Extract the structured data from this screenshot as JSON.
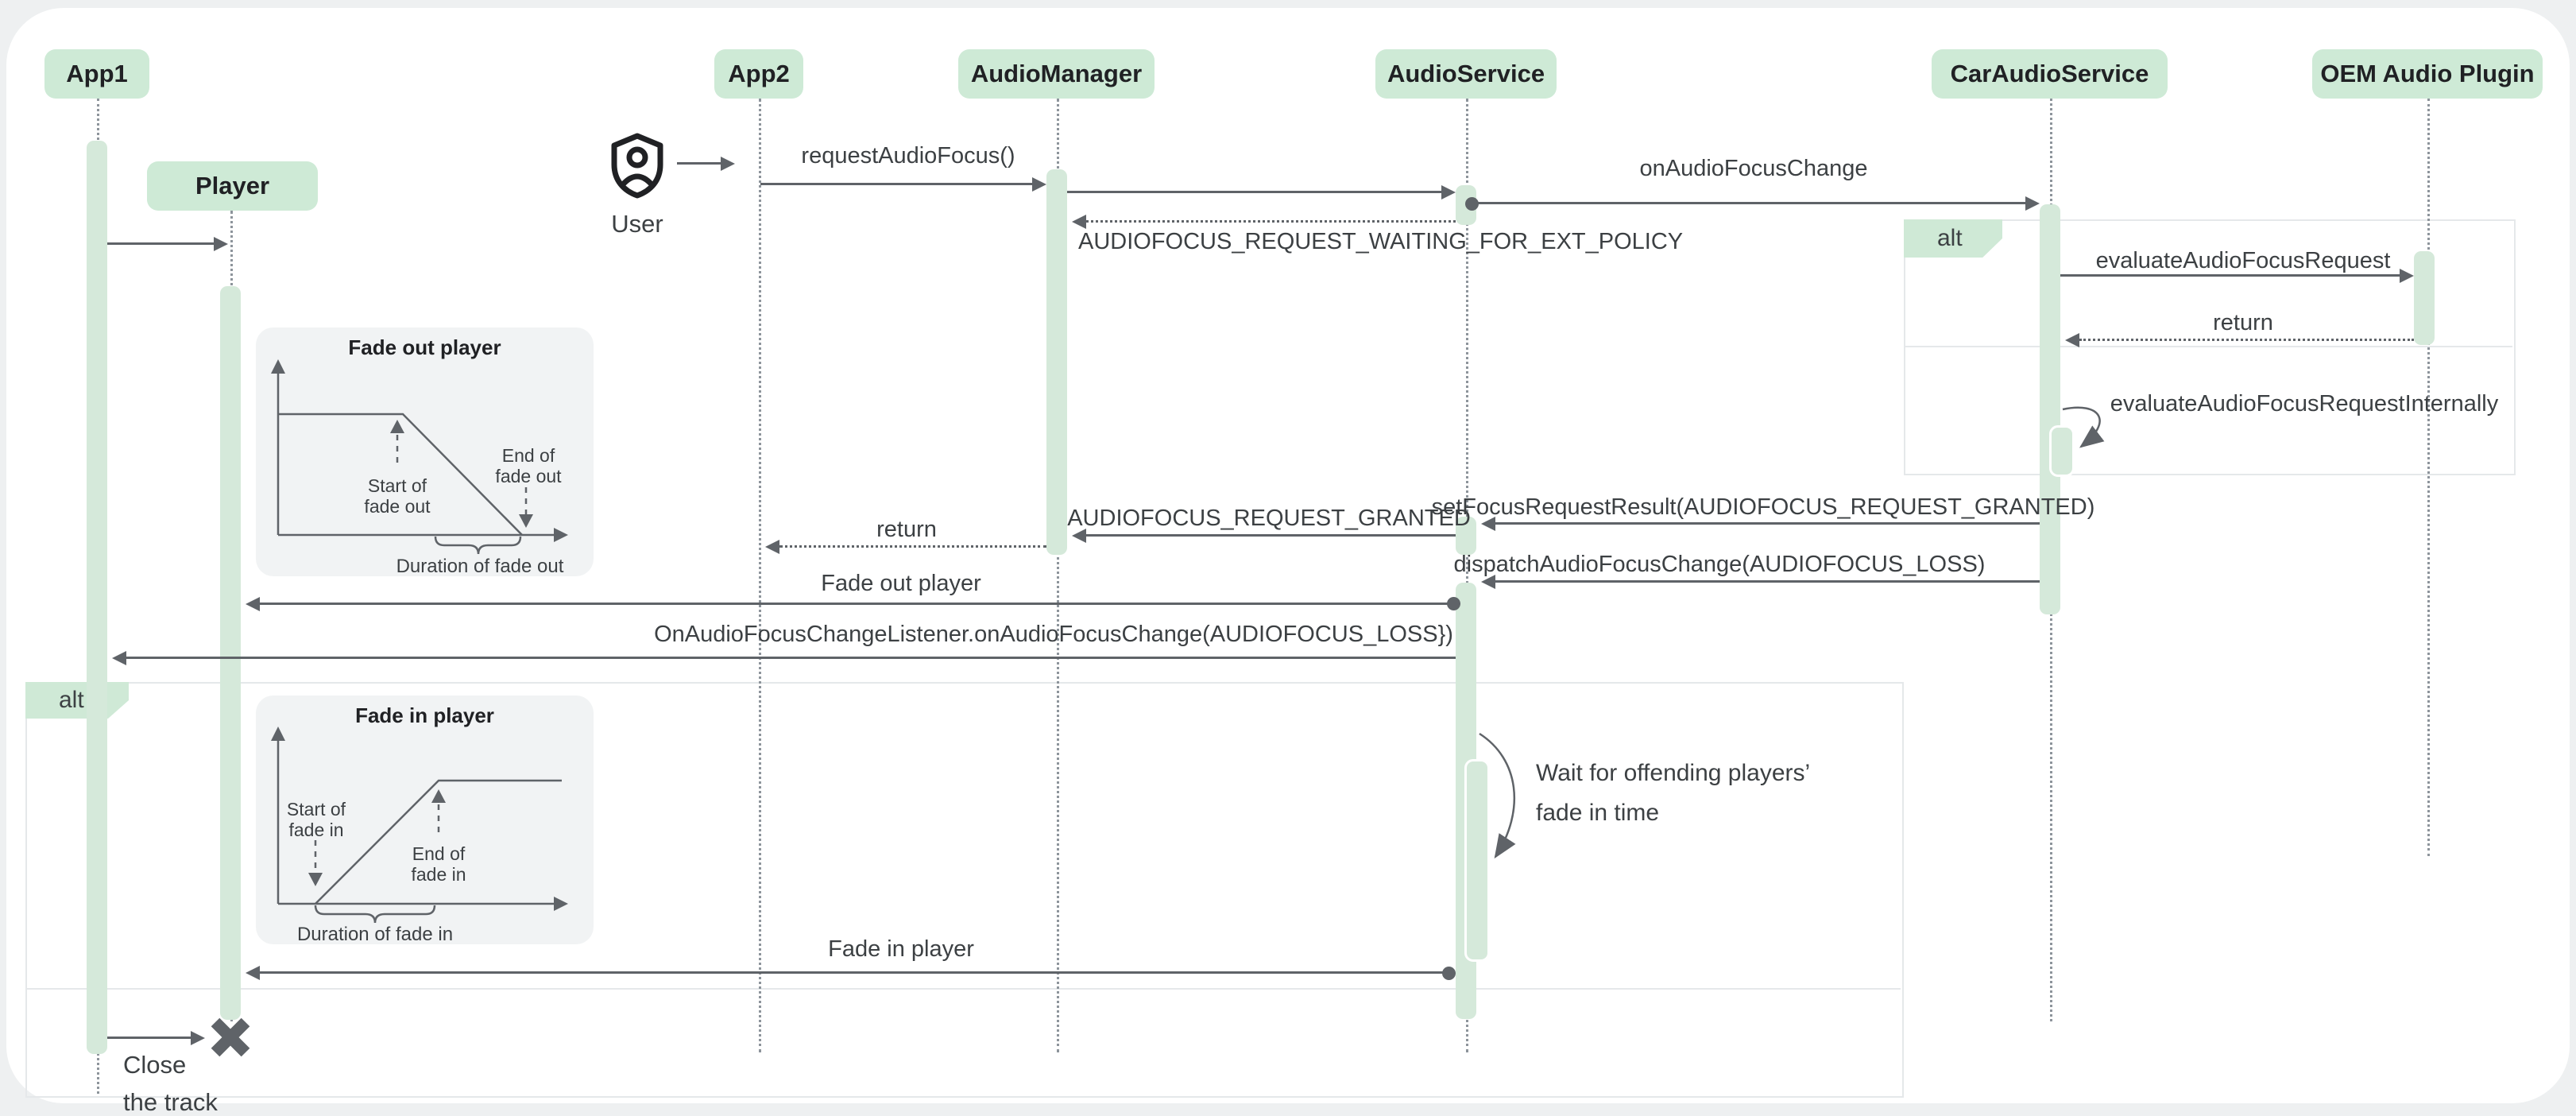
{
  "participants": [
    {
      "label": "App1"
    },
    {
      "label": "Player"
    },
    {
      "label": "App2"
    },
    {
      "label": "AudioManager"
    },
    {
      "label": "AudioService"
    },
    {
      "label": "CarAudioService"
    },
    {
      "label": "OEM Audio Plugin"
    }
  ],
  "user": {
    "label": "User"
  },
  "frames": {
    "alt1_label": "alt",
    "alt2_label": "alt"
  },
  "messages": {
    "request_audio_focus": "requestAudioFocus()",
    "on_audio_focus_change": "onAudioFocusChange",
    "request_waiting": "AUDIOFOCUS_REQUEST_WAITING_FOR_EXT_POLICY",
    "evaluate_request": "evaluateAudioFocusRequest",
    "evaluate_return": "return",
    "evaluate_internally": "evaluateAudioFocusRequestInternally",
    "set_focus_result": "setFocusRequestResult(AUDIOFOCUS_REQUEST_GRANTED)",
    "request_granted": "AUDIOFOCUS_REQUEST_GRANTED",
    "manager_return": "return",
    "dispatch_loss": "dispatchAudioFocusChange(AUDIOFOCUS_LOSS)",
    "fade_out_player": "Fade out player",
    "listener_loss": "OnAudioFocusChangeListener.onAudioFocusChange(AUDIOFOCUS_LOSS})",
    "wait_line1": "Wait for offending players’",
    "wait_line2": "fade in time",
    "fade_in_player": "Fade in player",
    "close_line1": "Close",
    "close_line2": "the track"
  },
  "insets": {
    "fade_out": {
      "title": "Fade out player",
      "start_line1": "Start of",
      "start_line2": "fade out",
      "end_line1": "End of",
      "end_line2": "fade out",
      "duration": "Duration of fade out"
    },
    "fade_in": {
      "title": "Fade in player",
      "start_line1": "Start of",
      "start_line2": "fade in",
      "end_line1": "End of",
      "end_line2": "fade in",
      "duration": "Duration of fade in"
    }
  },
  "colors": {
    "participant_fill": "#ceead6",
    "activation_fill": "#d5e9da",
    "arrow_gray": "#5f6368",
    "text_dark": "#202124",
    "label_gray": "#3c4043",
    "frame_border": "#e5e8ea",
    "inset_fill": "#f1f3f4",
    "canvas": "#ffffff",
    "page_bg": "#eef0f1"
  }
}
